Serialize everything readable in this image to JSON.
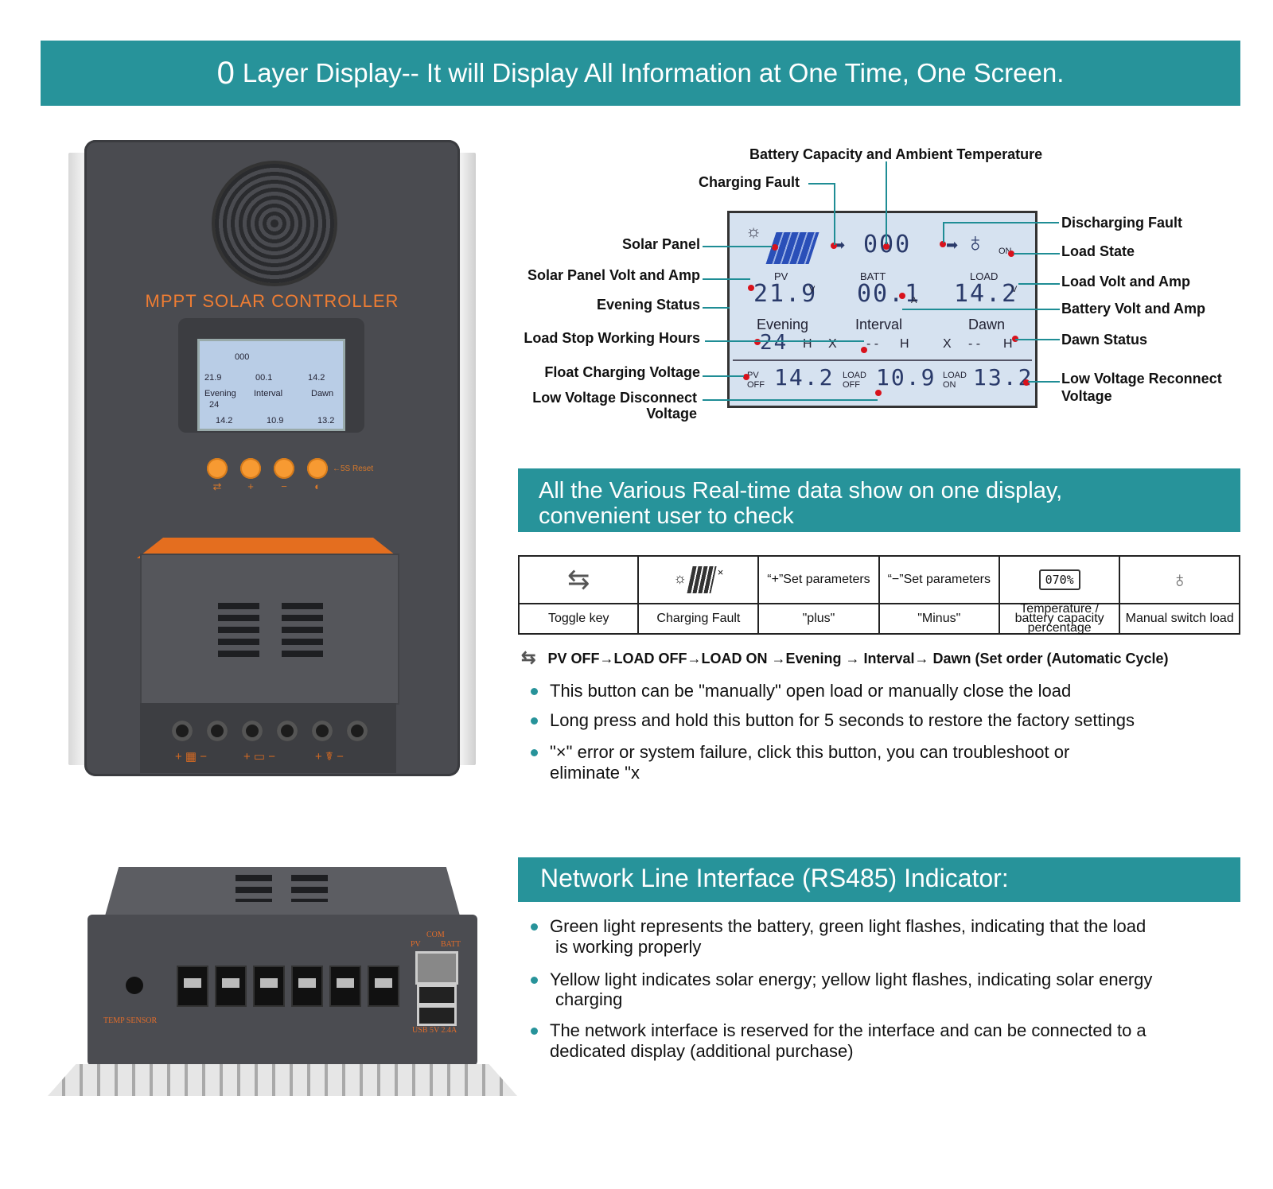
{
  "header": {
    "zero": "0",
    "title": "Layer Display-- It will Display All Information at One Time, One Screen."
  },
  "device": {
    "brand": "MPPT SOLAR CONTROLLER",
    "reset": "←5S Reset",
    "buttons": [
      "⇄",
      "+",
      "−",
      "◐"
    ],
    "terminals": [
      "+ ▦ −",
      "+ ▭ −",
      "+ ☤ −"
    ]
  },
  "lcd": {
    "pv": "PV",
    "batt": "BATT",
    "load": "LOAD",
    "on": "ON",
    "pv_value": "21.9",
    "batt_value": "00.1",
    "load_value": "14.2",
    "capacity": "000",
    "evening": "Evening",
    "interval": "Interval",
    "dawn": "Dawn",
    "evening_value": "24",
    "h": "H",
    "x": "X",
    "dash": "- -",
    "pv_off": "PV OFF",
    "load_off": "LOAD OFF",
    "load_on": "LOAD ON",
    "pv_off_value": "14.2",
    "load_off_value": "10.9",
    "load_on_value": "13.2",
    "v": "V",
    "a": "A"
  },
  "callouts": {
    "battery_capacity": "Battery Capacity and Ambient Temperature",
    "charging_fault": "Charging Fault",
    "discharging_fault": "Discharging Fault",
    "solar_panel": "Solar Panel",
    "load_state": "Load State",
    "solar_volt_amp": "Solar Panel Volt and Amp",
    "load_volt_amp": "Load Volt and Amp",
    "evening_status": "Evening Status",
    "battery_volt_amp": "Battery Volt and Amp",
    "load_stop_hours": "Load Stop Working Hours",
    "dawn_status": "Dawn Status",
    "float_voltage": "Float Charging Voltage",
    "low_voltage_reconnect_1": "Low Voltage Reconnect",
    "low_voltage_reconnect_2": "Voltage",
    "low_voltage_disconnect_1": "Low Voltage Disconnect",
    "low_voltage_disconnect_2": "Voltage"
  },
  "realtime": {
    "line1": "All the Various Real-time data show on one display,",
    "line2": "convenient user to check"
  },
  "keys": {
    "plus_icon": "“+”Set parameters",
    "minus_icon": "“−”Set parameters",
    "temp_icon": "070%",
    "labels": [
      "Toggle key",
      "Charging Fault",
      "\"plus\"",
      "\"Minus\"",
      "Temperature / battery capacity percentage",
      "Manual switch load"
    ]
  },
  "order": "PV OFF→LOAD OFF→LOAD ON →Evening → Interval→ Dawn (Set order (Automatic Cycle)",
  "bullets1": [
    "This button can be \"manually\" open load or manually close the load",
    "Long press and hold this button for 5 seconds to restore the factory settings",
    "\"×\" error or system failure, click this button, you can troubleshoot or",
    "eliminate \"x"
  ],
  "network": {
    "title": "Network Line Interface (RS485) Indicator:",
    "bullets": [
      "Green light represents the battery, green light flashes, indicating that the load",
      "is working properly",
      "Yellow light indicates solar energy; yellow light flashes, indicating solar energy",
      "charging",
      "The network interface is reserved for the interface and can be connected to a",
      "dedicated display (additional purchase)"
    ]
  },
  "bottom_device": {
    "temp_sensor": "TEMP SENSOR",
    "com": "COM",
    "pv": "PV",
    "batt": "BATT",
    "usb": "USB 5V 2.4A"
  }
}
